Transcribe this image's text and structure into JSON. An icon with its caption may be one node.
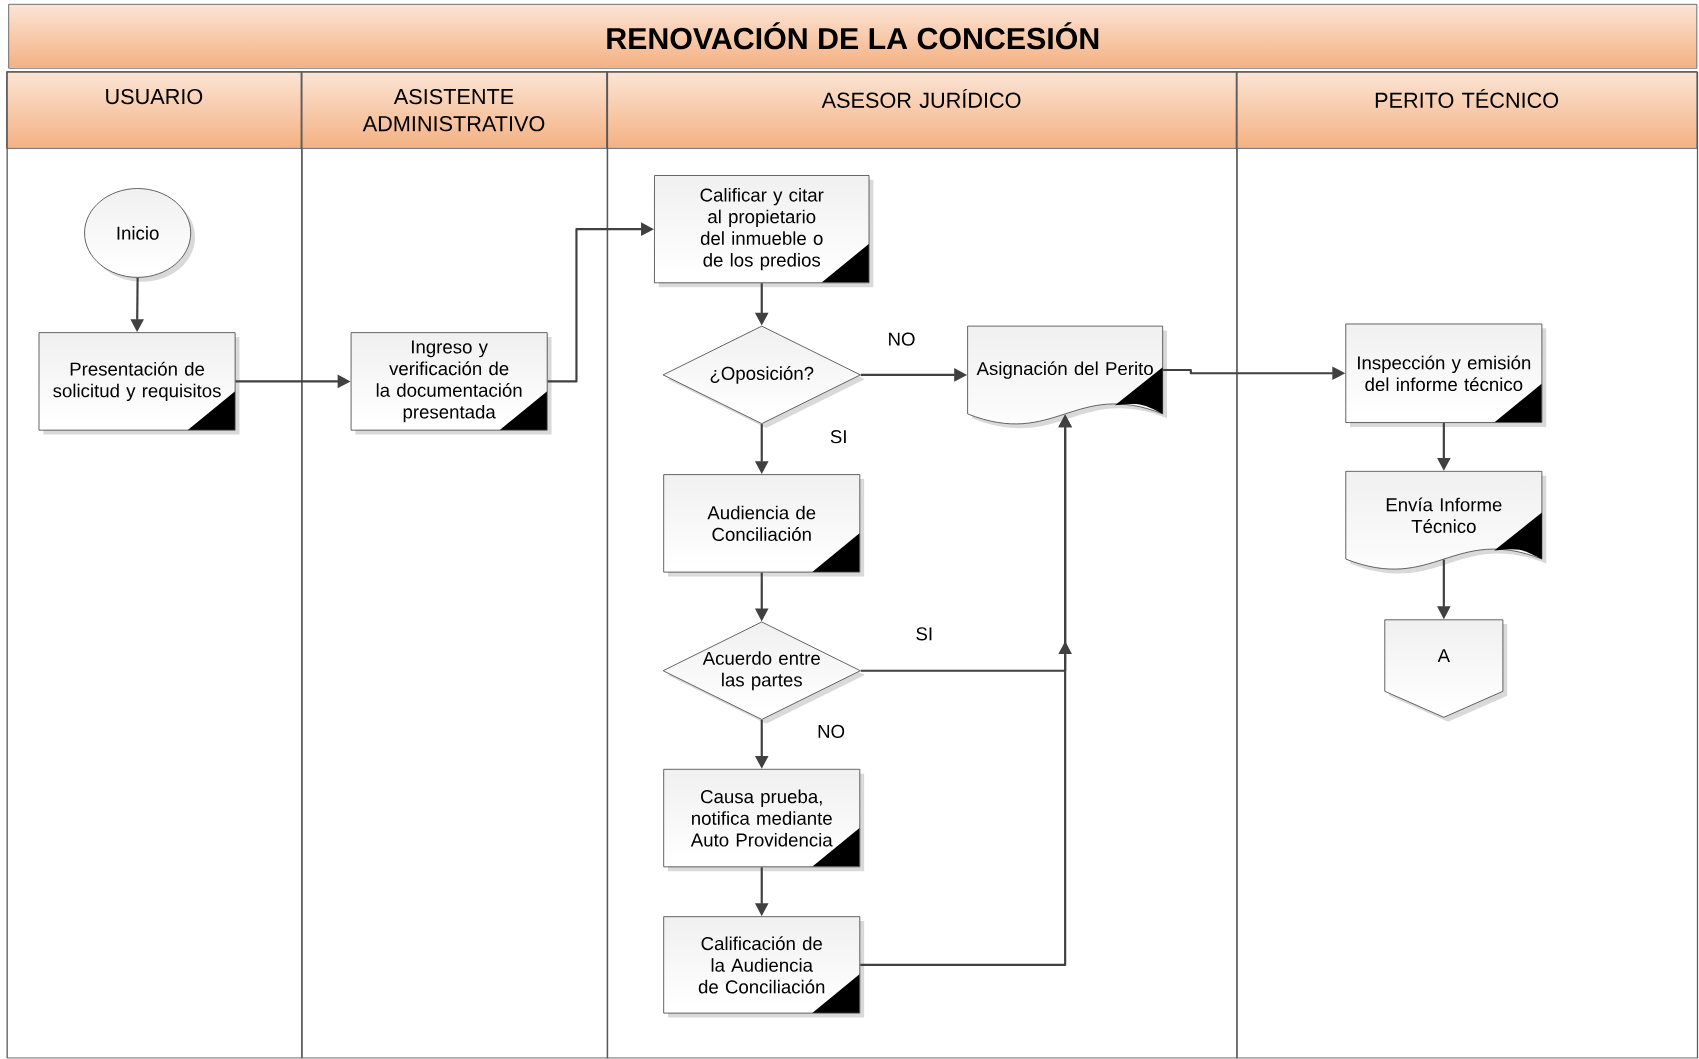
{
  "diagram": {
    "title": "RENOVACIÓN DE LA CONCESIÓN",
    "nodes": [
      {
        "text": [
          "USUARIO"
        ]
      },
      {
        "text": [
          "ASISTENTE ADMINISTRATIVO"
        ]
      },
      {
        "text": [
          "ASESOR JURÍDICO"
        ]
      },
      {
        "text": [
          "PERITO TÉCNICO"
        ]
      },
      {
        "text": [
          "Inicio"
        ],
        "in": 0
      },
      {
        "text": [
          "Presentación de solicitud y requisitos"
        ],
        "in": 0
      },
      {
        "text": [
          "Ingreso y verificación de la documentación presentada"
        ],
        "in": 1
      },
      {
        "text": [
          "Calificar y citar al propietario del inmueble o de los predios"
        ],
        "in": 2
      },
      {
        "text": [
          "¿Oposición?"
        ],
        "in": 2
      },
      {
        "text": [
          "Asignación del Perito"
        ],
        "in": 2
      },
      {
        "text": [
          "Audiencia de Conciliación"
        ],
        "in": 2
      },
      {
        "text": [
          "Acuerdo entre las partes"
        ],
        "in": 2
      },
      {
        "text": [
          "Causa prueba, notifica mediante Auto Providencia"
        ],
        "in": 2
      },
      {
        "text": [
          "Calificación de la Audiencia de Conciliación"
        ],
        "in": 2
      },
      {
        "text": [
          "Inspección y emisión del informe técnico"
        ],
        "in": 3
      },
      {
        "text": [
          "Envía Informe Técnico"
        ],
        "in": 3
      },
      {
        "text": [
          "A"
        ],
        "in": 3
      }
    ],
    "edges": [
      {
        "from": 4,
        "to": 5,
        "arrow": "to"
      },
      {
        "from": 5,
        "to": 6,
        "arrow": "to"
      },
      {
        "from": 6,
        "to": 7,
        "arrow": "to"
      },
      {
        "from": 7,
        "to": 8,
        "arrow": "to"
      },
      {
        "from": 8,
        "to": 9,
        "arrow": "to",
        "label": "NO"
      },
      {
        "from": 8,
        "to": 10,
        "arrow": "to",
        "label": "SI"
      },
      {
        "from": 10,
        "to": 11,
        "arrow": "to"
      },
      {
        "from": 11,
        "to": 9,
        "arrow": "to",
        "label": "SI"
      },
      {
        "from": 11,
        "to": 12,
        "arrow": "to",
        "label": "NO"
      },
      {
        "from": 12,
        "to": 13,
        "arrow": "to"
      },
      {
        "from": 13,
        "to": 9,
        "arrow": "to"
      },
      {
        "from": 9,
        "to": 14,
        "arrow": "to"
      },
      {
        "from": 14,
        "to": 15,
        "arrow": "to"
      },
      {
        "from": 15,
        "to": 16,
        "arrow": "to"
      }
    ]
  }
}
